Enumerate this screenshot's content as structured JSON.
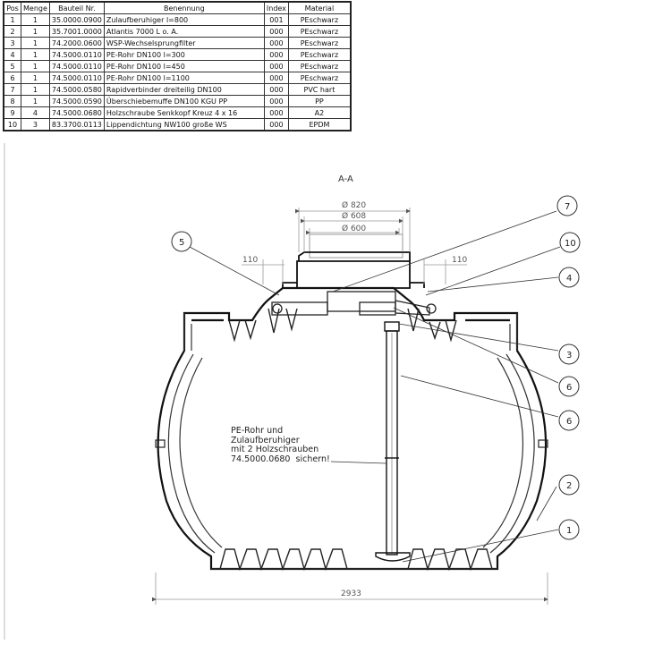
{
  "bom": {
    "headers": [
      "Pos",
      "Menge",
      "Bauteil Nr.",
      "Benennung",
      "Index",
      "Material"
    ],
    "rows": [
      [
        "1",
        "1",
        "35.0000.0900",
        "Zulaufberuhiger  l=800",
        "001",
        "PEschwarz"
      ],
      [
        "2",
        "1",
        "35.7001.0000",
        "Atlantis 7000 L o. A.",
        "000",
        "PEschwarz"
      ],
      [
        "3",
        "1",
        "74.2000.0600",
        "WSP-Wechselsprungfilter",
        "000",
        "PEschwarz"
      ],
      [
        "4",
        "1",
        "74.5000.0110",
        "PE-Rohr DN100 l=300",
        "000",
        "PEschwarz"
      ],
      [
        "5",
        "1",
        "74.5000.0110",
        "PE-Rohr DN100 l=450",
        "000",
        "PEschwarz"
      ],
      [
        "6",
        "1",
        "74.5000.0110",
        "PE-Rohr DN100 l=1100",
        "000",
        "PEschwarz"
      ],
      [
        "7",
        "1",
        "74.5000.0580",
        "Rapidverbinder dreiteilig DN100",
        "000",
        "PVC hart"
      ],
      [
        "8",
        "1",
        "74.5000.0590",
        "Überschiebemuffe DN100 KGU PP",
        "000",
        "PP"
      ],
      [
        "9",
        "4",
        "74.5000.0680",
        "Holzschraube Senkkopf Kreuz 4 x 16",
        "000",
        "A2"
      ],
      [
        "10",
        "3",
        "83.3700.0113",
        "Lippendichtung NW100 große WS",
        "000",
        "EPDM"
      ]
    ]
  },
  "drawing": {
    "section_label": "A-A",
    "dims": {
      "d820": "Ø 820",
      "d608": "Ø 608",
      "d600": "Ø 600",
      "left_110": "110",
      "right_110": "110",
      "width_2933": "2933"
    },
    "note": "PE-Rohr und\nZulaufberuhiger\nmit 2 Holzschrauben\n74.5000.0680  sichern!",
    "balloons": [
      "5",
      "7",
      "10",
      "4",
      "3",
      "6",
      "6",
      "2",
      "1"
    ]
  }
}
